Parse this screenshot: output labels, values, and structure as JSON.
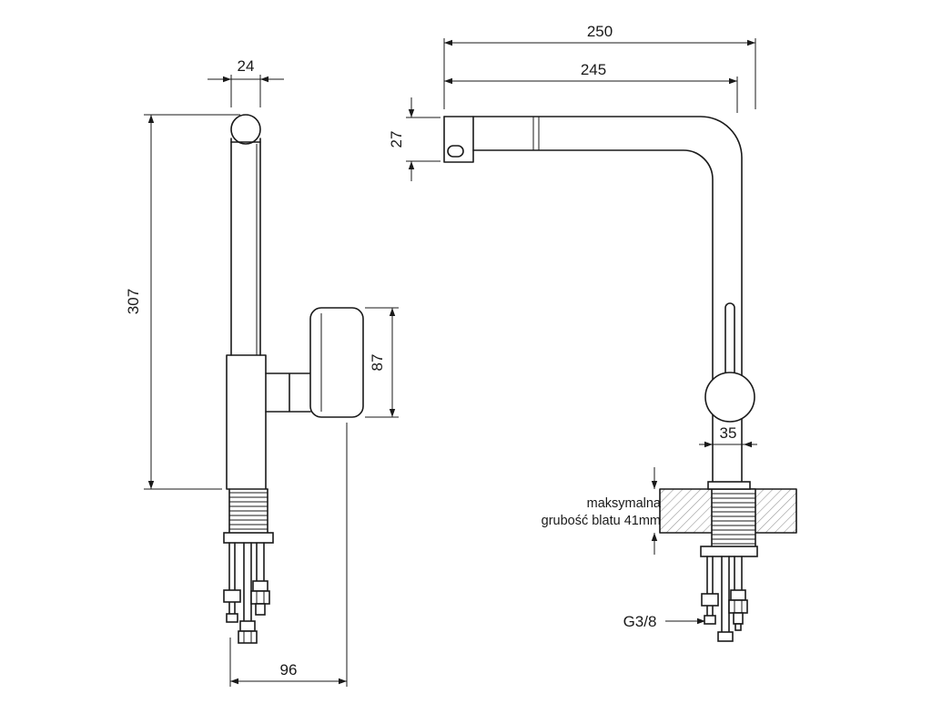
{
  "drawing": {
    "left_view": {
      "dim_spout_width": "24",
      "dim_total_height": "307",
      "dim_body_height": "87",
      "dim_base_depth": "96"
    },
    "right_view": {
      "dim_total_depth": "250",
      "dim_spout_reach": "245",
      "dim_spout_height": "27",
      "dim_body_width": "35",
      "counter_note_line1": "maksymalna",
      "counter_note_line2": "grubość blatu 41mm",
      "thread_label": "G3/8"
    },
    "colors": {
      "line": "#1a1a1a",
      "hatch": "#999999",
      "background": "#ffffff"
    }
  }
}
